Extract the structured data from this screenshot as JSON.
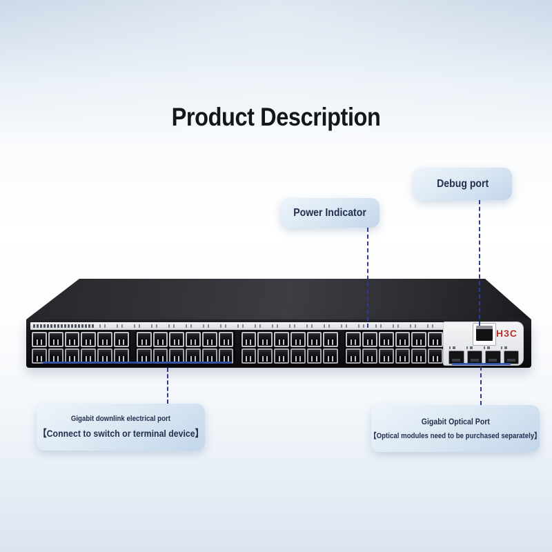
{
  "page": {
    "title": "Product Description"
  },
  "callouts": {
    "debug": {
      "label": "Debug port"
    },
    "power": {
      "label": "Power Indicator"
    },
    "downlink": {
      "title": "Gigabit downlink electrical port",
      "subtitle": "【Connect to switch or terminal device】"
    },
    "optical": {
      "title": "Gigabit Optical Port",
      "subtitle": "【Optical modules need to be purchased separately】"
    }
  },
  "switch": {
    "brand": "H3C",
    "port_groups": 4,
    "ports_per_group": 12,
    "port_rows": 2,
    "sfp_port_count": 4
  },
  "colors": {
    "callout_line": "#2b3a9b",
    "port_underline": "#2e4fae",
    "brand_logo": "#b5322c",
    "callout_text": "#232f4e"
  }
}
